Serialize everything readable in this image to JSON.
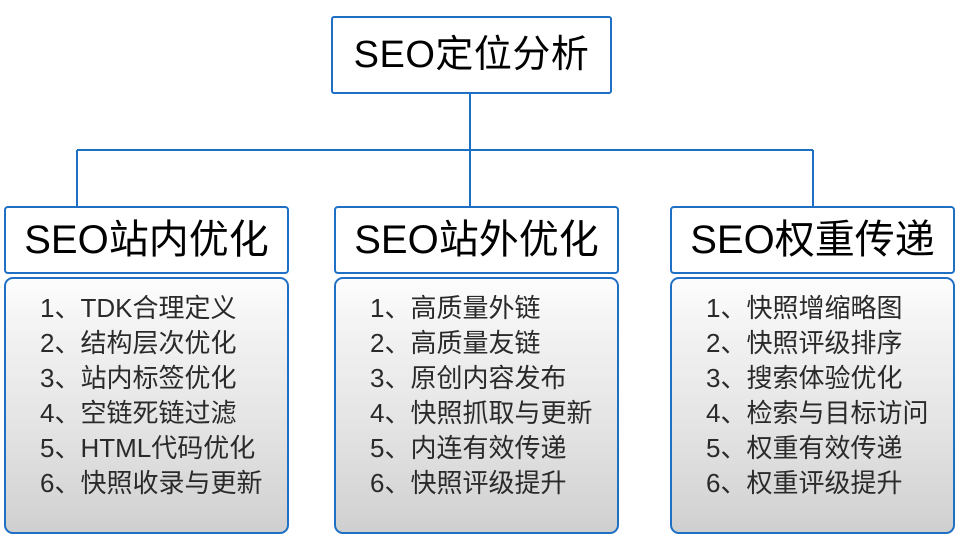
{
  "diagram": {
    "type": "tree-hierarchy",
    "accent_color": "#1f6fc4",
    "text_color": "#000000",
    "body_text_color": "#2a2a2a",
    "root": {
      "label": "SEO定位分析"
    },
    "branches": [
      {
        "header": "SEO站内优化",
        "items": [
          "1、TDK合理定义",
          "2、结构层次优化",
          "3、站内标签优化",
          "4、空链死链过滤",
          "5、HTML代码优化",
          "6、快照收录与更新"
        ]
      },
      {
        "header": "SEO站外优化",
        "items": [
          "1、高质量外链",
          "2、高质量友链",
          "3、原创内容发布",
          "4、快照抓取与更新",
          "5、内连有效传递",
          "6、快照评级提升"
        ]
      },
      {
        "header": "SEO权重传递",
        "items": [
          "1、快照增缩略图",
          "2、快照评级排序",
          "3、搜索体验优化",
          "4、检索与目标访问",
          "5、权重有效传递",
          "6、权重评级提升"
        ]
      }
    ]
  }
}
